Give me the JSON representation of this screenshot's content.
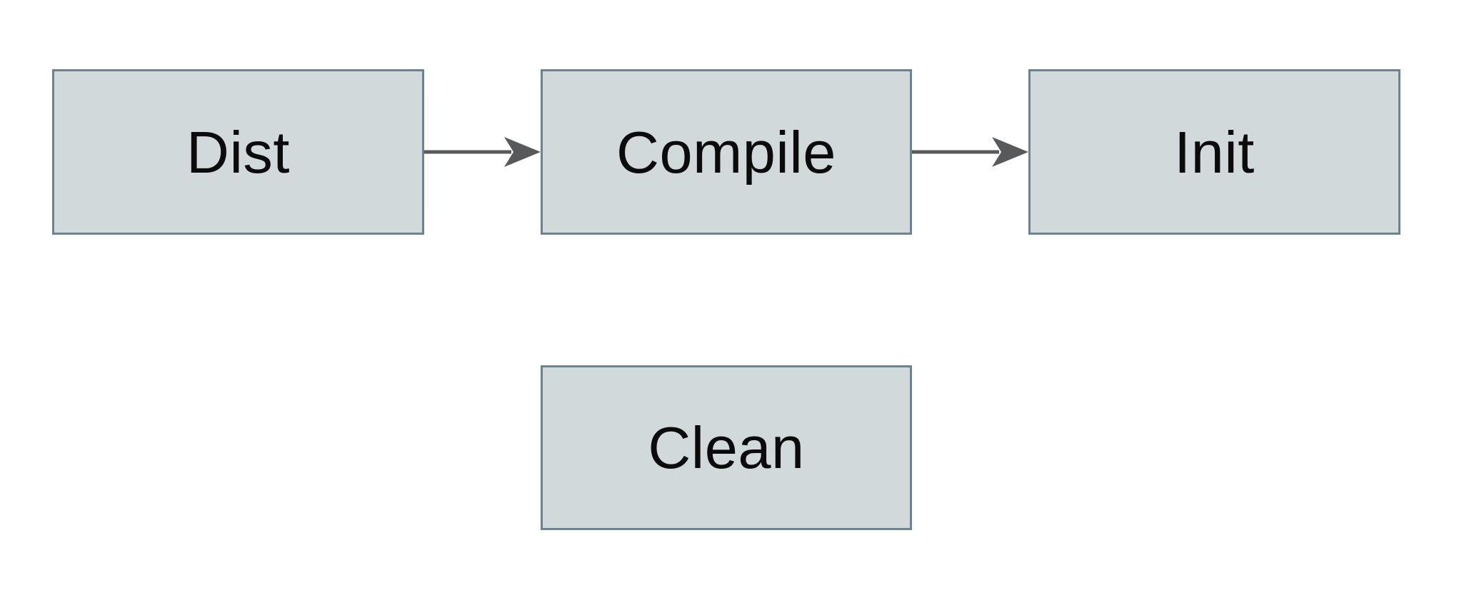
{
  "diagram": {
    "type": "flowchart",
    "nodes": [
      {
        "id": "dist",
        "label": "Dist",
        "row": 1
      },
      {
        "id": "compile",
        "label": "Compile",
        "row": 1
      },
      {
        "id": "init",
        "label": "Init",
        "row": 1
      },
      {
        "id": "clean",
        "label": "Clean",
        "row": 2
      }
    ],
    "edges": [
      {
        "from": "Dist",
        "to": "Compile",
        "direction": "right"
      },
      {
        "from": "Compile",
        "to": "Init",
        "direction": "right"
      }
    ],
    "colors": {
      "background": "#ffffff",
      "node_fill": "#d2d9db",
      "node_border": "#6b8290",
      "arrow": "#58595b",
      "text": "#0b0b0b"
    }
  }
}
